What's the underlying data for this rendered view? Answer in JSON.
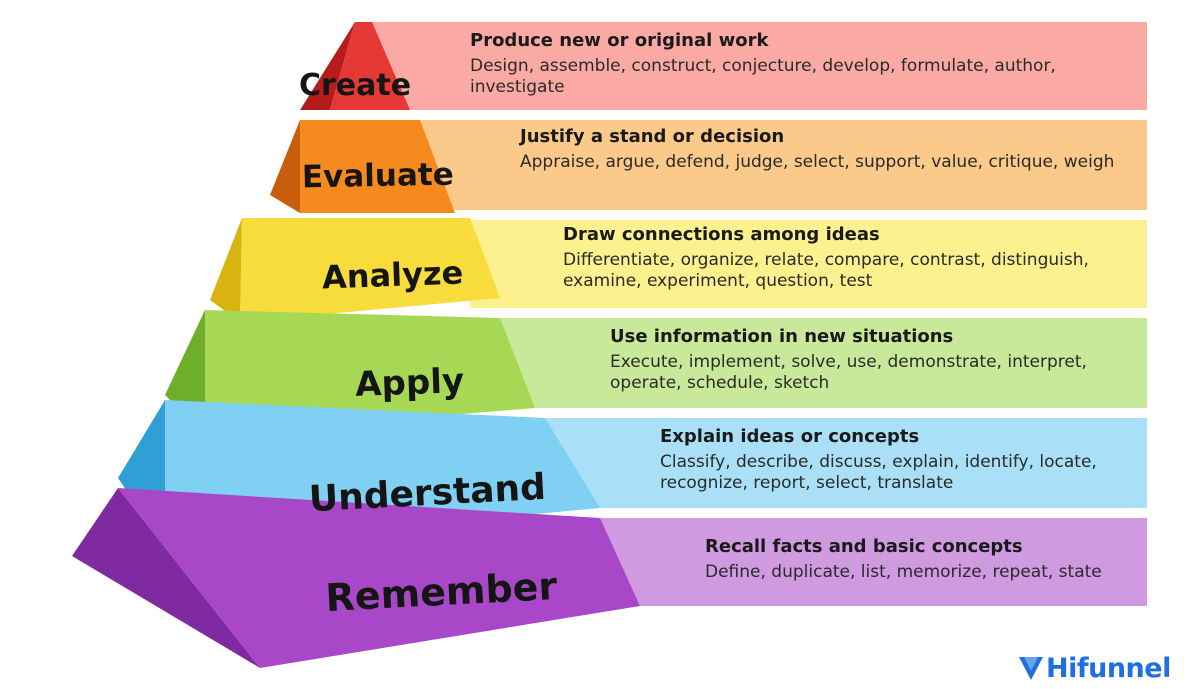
{
  "levels": [
    {
      "label": "Create",
      "heading": "Produce new or original work",
      "text": "Design, assemble, construct, conjecture, develop, formulate, author, investigate",
      "front": "#e53935",
      "side": "#b71c1c",
      "bar": "#fba9a5"
    },
    {
      "label": "Evaluate",
      "heading": "Justify a stand or decision",
      "text": "Appraise, argue, defend, judge, select, support,  value, critique,  weigh",
      "front": "#f58a1f",
      "side": "#c85d0b",
      "bar": "#fbc98a"
    },
    {
      "label": "Analyze",
      "heading": "Draw connections among ideas",
      "text": "Differentiate, organize, relate, compare, contrast, distinguish, examine, experiment, question, test",
      "front": "#f8dc3c",
      "side": "#d9b30f",
      "bar": "#fbf18e"
    },
    {
      "label": "Apply",
      "heading": "Use information in new situations",
      "text": "Execute, implement, solve, use, demonstrate, interpret, operate, schedule, sketch",
      "front": "#a6d856",
      "side": "#6fae2a",
      "bar": "#c9e99a"
    },
    {
      "label": "Understand",
      "heading": "Explain ideas or concepts",
      "text": "Classify, describe, discuss, explain, identify, locate, recognize, report, select, translate",
      "front": "#7fd0f2",
      "side": "#2f9fd6",
      "bar": "#a9e0f7"
    },
    {
      "label": "Remember",
      "heading": "Recall facts and basic concepts",
      "text": "Define, duplicate, list, memorize, repeat, state",
      "front": "#a847c7",
      "side": "#7f2aa0",
      "bar": "#cf9ae0"
    }
  ],
  "brand": {
    "name": "Hifunnel",
    "color": "#1f6fe0",
    "icon": "funnel-icon"
  }
}
